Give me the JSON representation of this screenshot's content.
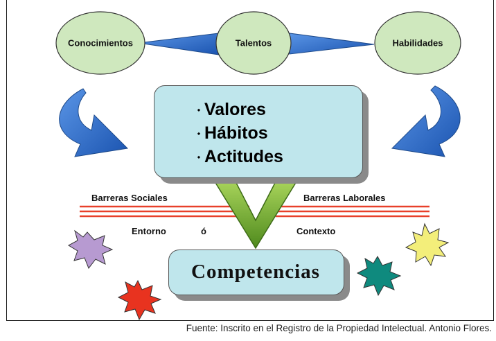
{
  "nodes": {
    "conocimientos": "Conocimientos",
    "talentos": "Talentos",
    "habilidades": "Habilidades"
  },
  "values_box": {
    "items": [
      "Valores",
      "Hábitos",
      "Actitudes"
    ],
    "bullet": "⬩"
  },
  "barriers": {
    "social": "Barreras Sociales",
    "labor": "Barreras Laborales",
    "entorno": "Entorno",
    "o": "ó",
    "contexto": "Contexto"
  },
  "result": "Competencias",
  "source": "Fuente: Inscrito en el Registro de la Propiedad Intelectual. Antonio Flores.",
  "colors": {
    "ellipse_fill": "#cfe8be",
    "arrow_blue": "#2b6fd1",
    "box_fill": "#bfe6ec",
    "green_check": "#6aa52a",
    "barrier_red": "#e8402a",
    "star_purple": "#b79ad1",
    "star_yellow": "#f3ee7a",
    "star_teal": "#0f8a7e",
    "star_red": "#e8331f"
  }
}
